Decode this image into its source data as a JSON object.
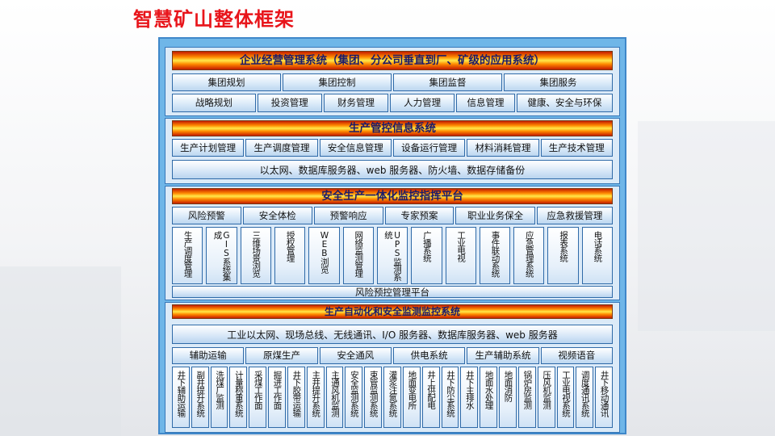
{
  "title": "智慧矿山整体框架",
  "enterprise": {
    "header": "企业经营管理系统（集团、分公司垂直到厂、矿级的应用系统）",
    "row1": [
      "集团规划",
      "集团控制",
      "集团监督",
      "集团服务"
    ],
    "row2": [
      "战略规划",
      "投资管理",
      "财务管理",
      "人力管理",
      "信息管理",
      "健康、安全与环保"
    ]
  },
  "production_mgmt": {
    "header": "生产管控信息系统",
    "items": [
      "生产计划管理",
      "生产调度管理",
      "安全信息管理",
      "设备运行管理",
      "材料消耗管理",
      "生产技术管理"
    ],
    "infrastructure": "以太网、数据库服务器、web 服务器、防火墙、数据存储备份"
  },
  "safety_platform": {
    "header": "安全生产一体化监控指挥平台",
    "items": [
      "风险预警",
      "安全体检",
      "预警响应",
      "专家预案",
      "职业业务保全",
      "应急救援管理"
    ],
    "vertical": [
      "生产调度管理",
      "GIS系统集成",
      "三维场景浏览",
      "授权管理",
      "WEB浏览",
      "网络监测管理",
      "UPS监测系统",
      "广播系统",
      "工业电视",
      "事件联动系统",
      "应急管理系统",
      "报表系统",
      "电话系统"
    ],
    "footer": "风险预控管理平台"
  },
  "automation": {
    "header": "生产自动化和安全监测监控系统",
    "network": "工业以太网、现场总线、无线通讯、I/O 服务器、数据库服务器、web 服务器",
    "groups": [
      "辅助运输",
      "原煤生产",
      "安全通风",
      "供电系统",
      "生产辅助系统",
      "视频语音"
    ],
    "vertical": [
      "井下辅助运输",
      "副井提升系统",
      "洗煤厂监测",
      "计量称重系统",
      "采煤工作面",
      "掘进工作面",
      "井下胶带运输",
      "主井提升系统",
      "主通风机监测",
      "安全监测系统",
      "束管监测系统",
      "灌浆注氮系统",
      "地面变电所",
      "井上供配电",
      "井下防尘系统",
      "井下主排水",
      "地面水处理",
      "地面消防",
      "锅炉房监测",
      "压风机监测",
      "工业电视系统",
      "调度通讯系统",
      "井下移动通讯"
    ]
  }
}
